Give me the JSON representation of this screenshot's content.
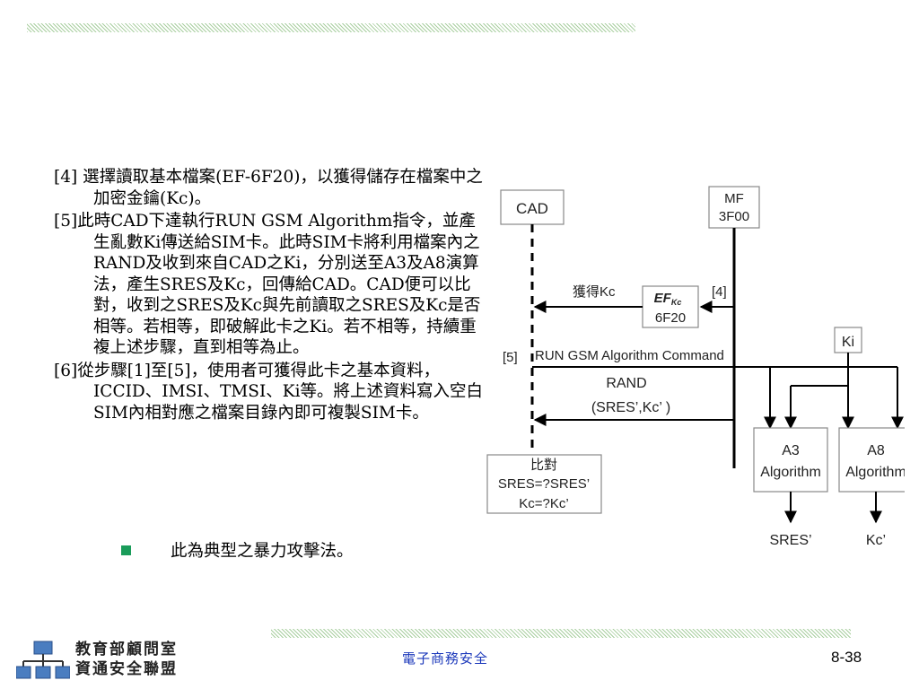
{
  "content": {
    "paragraphs": [
      "[4] 選擇讀取基本檔案(EF-6F20)，以獲得儲存在檔案中之加密金鑰(Kc)。",
      "[5]此時CAD下達執行RUN GSM Algorithm指令，並產生亂數Ki傳送給SIM卡。此時SIM卡將利用檔案內之RAND及收到來自CAD之Ki，分別送至A3及A8演算法，產生SRES及Kc，回傳給CAD。CAD便可以比對，收到之SRES及Kc與先前讀取之SRES及Kc是否相等。若相等，即破解此卡之Ki。若不相等，持續重複上述步驟，直到相等為止。",
      "[6]從步驟[1]至[5]，使用者可獲得此卡之基本資料，ICCID、IMSI、TMSI、Ki等。將上述資料寫入空白SIM內相對應之檔案目錄內即可複製SIM卡。"
    ],
    "bullet": "此為典型之暴力攻擊法。"
  },
  "diagram": {
    "cad_label": "CAD",
    "mf_line1": "MF",
    "mf_line2": "3F00",
    "get_kc_label": "獲得Kc",
    "ef_label": "EF",
    "ef_sub": "Kc",
    "ef_line2": "6F20",
    "step4": "[4]",
    "ki_label": "Ki",
    "step5": "[5]",
    "run_command": "RUN GSM Algorithm Command",
    "rand_label": "RAND",
    "sres_kc_label": "(SRES’,Kc’ )",
    "compare_line1": "比對",
    "compare_line2": "SRES=?SRES’",
    "compare_line3": "Kc=?Kc’",
    "a3_line1": "A3",
    "a3_line2": "Algorithm",
    "a8_line1": "A8",
    "a8_line2": "Algorithm",
    "sres_out": "SRES’",
    "kc_out": "Kc’"
  },
  "footer": {
    "org_line1": "教育部顧問室",
    "org_line2": "資通安全聯盟",
    "center": "電子商務安全",
    "page": "8-38"
  },
  "colors": {
    "bullet": "#1a9c5a",
    "footer_center": "#1c39bb",
    "hatch": "#a9cfa0",
    "logo_blue": "#4a7dc0"
  }
}
